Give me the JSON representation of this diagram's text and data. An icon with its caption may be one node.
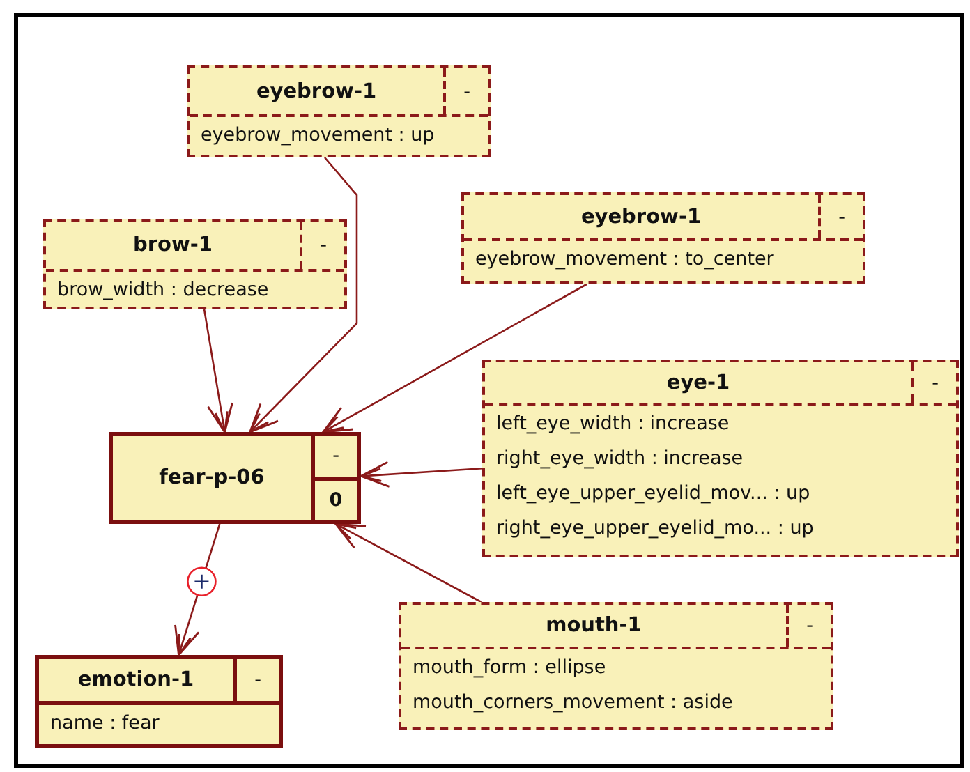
{
  "diagram": {
    "nodes": [
      {
        "text": [
          "eyebrow-1",
          "-",
          "eyebrow_movement : up"
        ]
      },
      {
        "text": [
          "brow-1",
          "-",
          "brow_width : decrease"
        ]
      },
      {
        "text": [
          "eyebrow-1",
          "-",
          "eyebrow_movement : to_center"
        ]
      },
      {
        "text": [
          "eye-1",
          "-",
          "left_eye_width : increase",
          "right_eye_width : increase",
          "left_eye_upper_eyelid_mov... : up",
          "right_eye_upper_eyelid_mo... : up"
        ]
      },
      {
        "text": [
          "fear-p-06",
          "-",
          "0"
        ]
      },
      {
        "text": [
          "mouth-1",
          "-",
          "mouth_form : ellipse",
          "mouth_corners_movement : aside"
        ]
      },
      {
        "text": [
          "emotion-1",
          "-",
          "name : fear"
        ]
      }
    ],
    "edges": [
      {
        "from": 0,
        "to": 4,
        "arrow": "to"
      },
      {
        "from": 1,
        "to": 4,
        "arrow": "to"
      },
      {
        "from": 2,
        "to": 4,
        "arrow": "to"
      },
      {
        "from": 3,
        "to": 4,
        "arrow": "to"
      },
      {
        "from": 5,
        "to": 4,
        "arrow": "to"
      },
      {
        "from": 4,
        "to": 6,
        "arrow": "to"
      }
    ]
  }
}
